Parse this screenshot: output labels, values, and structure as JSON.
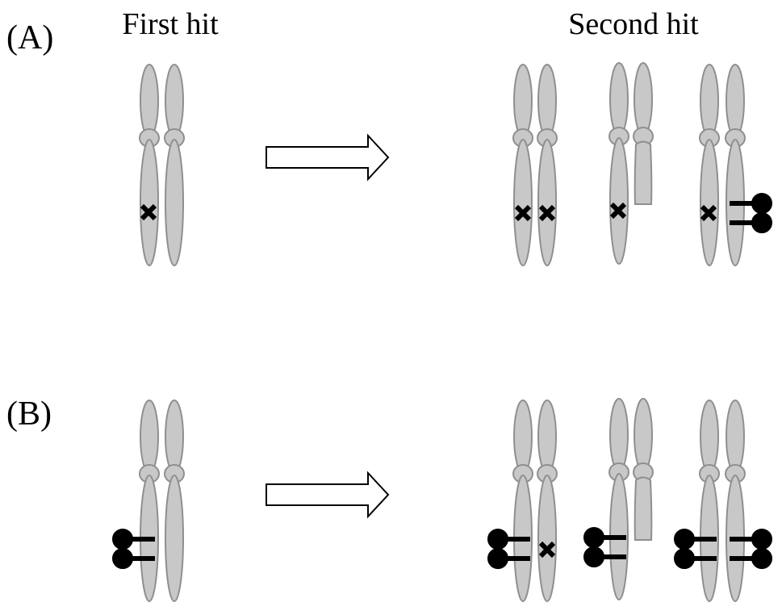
{
  "labels": {
    "first_hit": "First hit",
    "second_hit": "Second hit",
    "panel_a": "(A)",
    "panel_b": "(B)"
  },
  "colors": {
    "chromosome_fill": "#c8c8c8",
    "chromosome_stroke": "#8f8f8f",
    "marker": "#000000",
    "arrow_fill": "#ffffff",
    "arrow_stroke": "#000000"
  }
}
